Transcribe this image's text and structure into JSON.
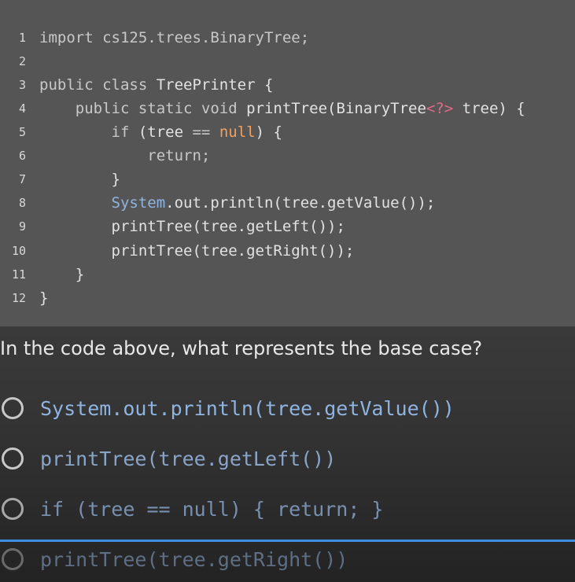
{
  "code": {
    "lines": [
      {
        "n": "1",
        "segments": [
          {
            "t": "import cs125.trees.BinaryTree;",
            "c": "kw"
          }
        ]
      },
      {
        "n": "2",
        "segments": []
      },
      {
        "n": "3",
        "segments": [
          {
            "t": "public class",
            "c": "kw"
          },
          {
            "t": " TreePrinter {",
            "c": "vr"
          }
        ]
      },
      {
        "n": "4",
        "segments": [
          {
            "t": "    public static void",
            "c": "kw"
          },
          {
            "t": " printTree(BinaryTree",
            "c": "vr"
          },
          {
            "t": "<?>",
            "c": "gen"
          },
          {
            "t": " tree) {",
            "c": "vr"
          }
        ]
      },
      {
        "n": "5",
        "segments": [
          {
            "t": "        if",
            "c": "kw"
          },
          {
            "t": " (tree ",
            "c": "vr"
          },
          {
            "t": "==",
            "c": "kw"
          },
          {
            "t": " ",
            "c": "vr"
          },
          {
            "t": "null",
            "c": "lit"
          },
          {
            "t": ") {",
            "c": "vr"
          }
        ]
      },
      {
        "n": "6",
        "segments": [
          {
            "t": "            return;",
            "c": "kw"
          }
        ]
      },
      {
        "n": "7",
        "segments": [
          {
            "t": "        }",
            "c": "vr"
          }
        ]
      },
      {
        "n": "8",
        "segments": [
          {
            "t": "        ",
            "c": "vr"
          },
          {
            "t": "System",
            "c": "sys"
          },
          {
            "t": ".out.println(tree.getValue());",
            "c": "vr"
          }
        ]
      },
      {
        "n": "9",
        "segments": [
          {
            "t": "        printTree(tree.getLeft());",
            "c": "vr"
          }
        ]
      },
      {
        "n": "10",
        "segments": [
          {
            "t": "        printTree(tree.getRight());",
            "c": "vr"
          }
        ]
      },
      {
        "n": "11",
        "segments": [
          {
            "t": "    }",
            "c": "vr"
          }
        ]
      },
      {
        "n": "12",
        "segments": [
          {
            "t": "}",
            "c": "vr"
          }
        ]
      }
    ]
  },
  "question": {
    "text": "In the code above, what represents the base case?"
  },
  "options": [
    {
      "label": "System.out.println(tree.getValue())"
    },
    {
      "label": "printTree(tree.getLeft())"
    },
    {
      "label": "if (tree == null) { return; }"
    },
    {
      "label": "printTree(tree.getRight())"
    }
  ],
  "colors": {
    "code_background": "#555555",
    "page_background": "#2b2b2b",
    "accent_divider": "#3d8ee0",
    "option_text": "#8fb4e0"
  }
}
